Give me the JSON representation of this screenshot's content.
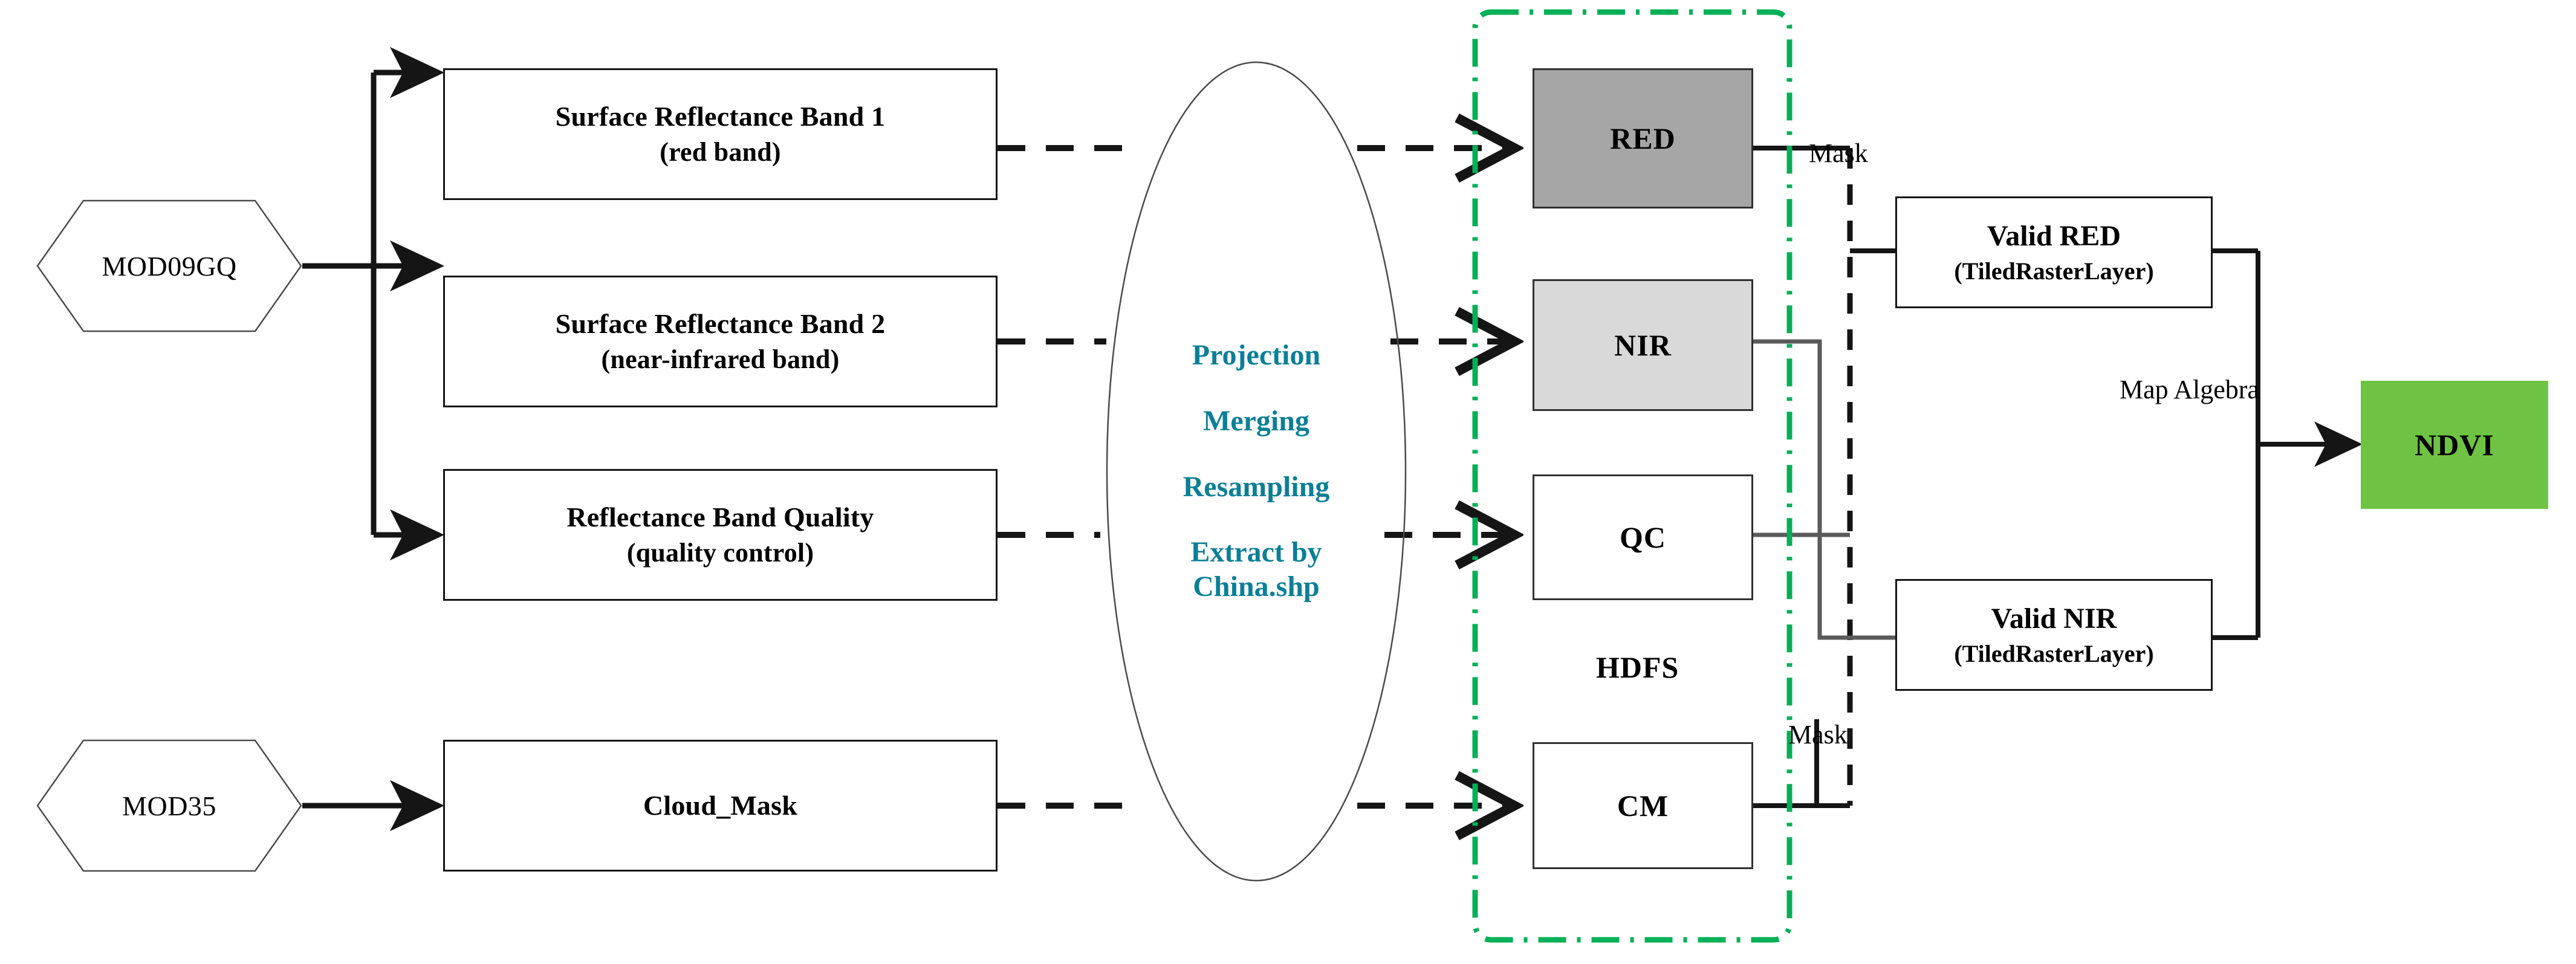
{
  "diagram": {
    "title": "MODIS NDVI processing workflow",
    "colors": {
      "accent_teal": "#0b7f96",
      "region_green": "#00b057",
      "ndvi_green": "#6fc344",
      "red_band_fill": "#a6a6a6",
      "nir_band_fill": "#d9d9d9",
      "line_black": "#151515"
    }
  },
  "sources": [
    {
      "id": "mod09gq",
      "label": "MOD09GQ",
      "shape": "hexagon"
    },
    {
      "id": "mod35",
      "label": "MOD35",
      "shape": "hexagon"
    }
  ],
  "dataset_boxes": [
    {
      "id": "sr-band-1",
      "line1": "Surface Reflectance Band 1",
      "line2": "(red band)"
    },
    {
      "id": "sr-band-2",
      "line1": "Surface Reflectance Band 2",
      "line2": "(near-infrared band)"
    },
    {
      "id": "band-quality",
      "line1": "Reflectance Band Quality",
      "line2": "(quality control)"
    },
    {
      "id": "cloud-mask",
      "line1": "Cloud_Mask",
      "line2": ""
    }
  ],
  "process_ellipse": {
    "id": "preprocessing",
    "operations": [
      "Projection",
      "Merging",
      "Resampling",
      "Extract by\nChina.shp"
    ]
  },
  "hdfs_region": {
    "label": "HDFS",
    "layers": [
      {
        "id": "red",
        "label": "RED",
        "fill": "dark-gray"
      },
      {
        "id": "nir",
        "label": "NIR",
        "fill": "light-gray"
      },
      {
        "id": "qc",
        "label": "QC",
        "fill": "white"
      },
      {
        "id": "cm",
        "label": "CM",
        "fill": "white"
      }
    ]
  },
  "edge_labels": {
    "mask_top": "Mask",
    "mask_bottom": "Mask",
    "map_algebra": "Map Algebra"
  },
  "valid_layers": [
    {
      "id": "valid-red",
      "line1": "Valid RED",
      "line2": "(TiledRasterLayer)"
    },
    {
      "id": "valid-nir",
      "line1": "Valid NIR",
      "line2": "(TiledRasterLayer)"
    }
  ],
  "output": {
    "id": "ndvi",
    "label": "NDVI"
  }
}
